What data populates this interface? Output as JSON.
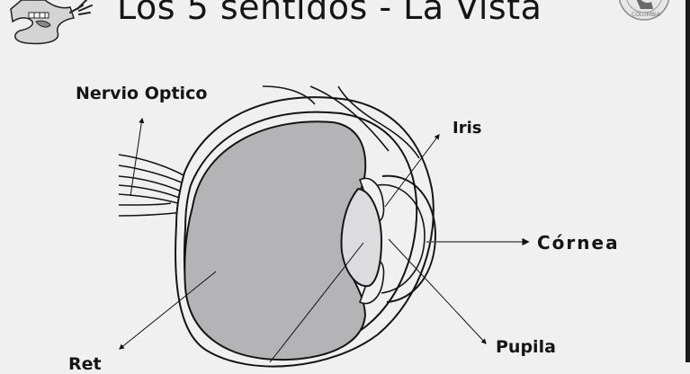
{
  "header": {
    "title": "Los 5 sentidos - La Vista",
    "mascot_icon": "number-five-mascot-icon",
    "seal_icon": "colombia-seal-icon",
    "seal_text": "COLOMBIA"
  },
  "diagram": {
    "subject": "Eye cross-section",
    "labels": [
      {
        "id": "nervio-optico",
        "text": "Nervio Optico"
      },
      {
        "id": "iris",
        "text": "Iris"
      },
      {
        "id": "cornea",
        "text": "Córnea"
      },
      {
        "id": "pupila",
        "text": "Pupila"
      },
      {
        "id": "retina",
        "text": "Ret"
      }
    ]
  },
  "colors": {
    "background": "#f0f0f0",
    "ink": "#151515",
    "vitreous_fill": "#b4b4b6",
    "lens_fill": "#dcdcde",
    "edge_strip": "#1a1a1a"
  }
}
